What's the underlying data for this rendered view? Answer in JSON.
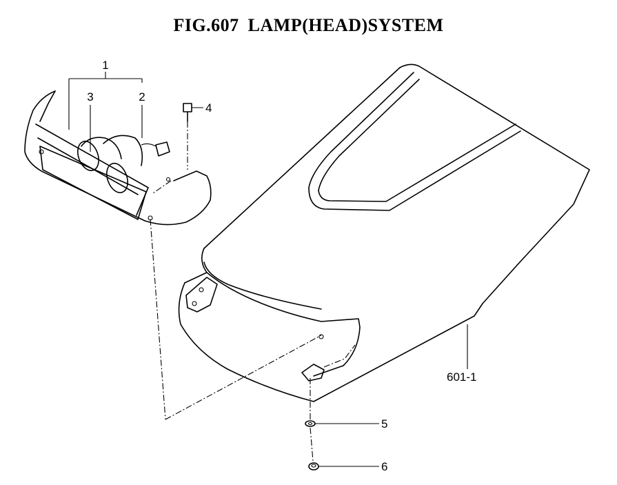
{
  "figure": {
    "title": "FIG.607  LAMP(HEAD)SYSTEM"
  },
  "callouts": [
    {
      "id": "c1",
      "label": "1"
    },
    {
      "id": "c2",
      "label": "2"
    },
    {
      "id": "c3",
      "label": "3"
    },
    {
      "id": "c4",
      "label": "4"
    },
    {
      "id": "c5",
      "label": "5"
    },
    {
      "id": "c6",
      "label": "6"
    },
    {
      "id": "c601",
      "label": "601-1"
    }
  ]
}
